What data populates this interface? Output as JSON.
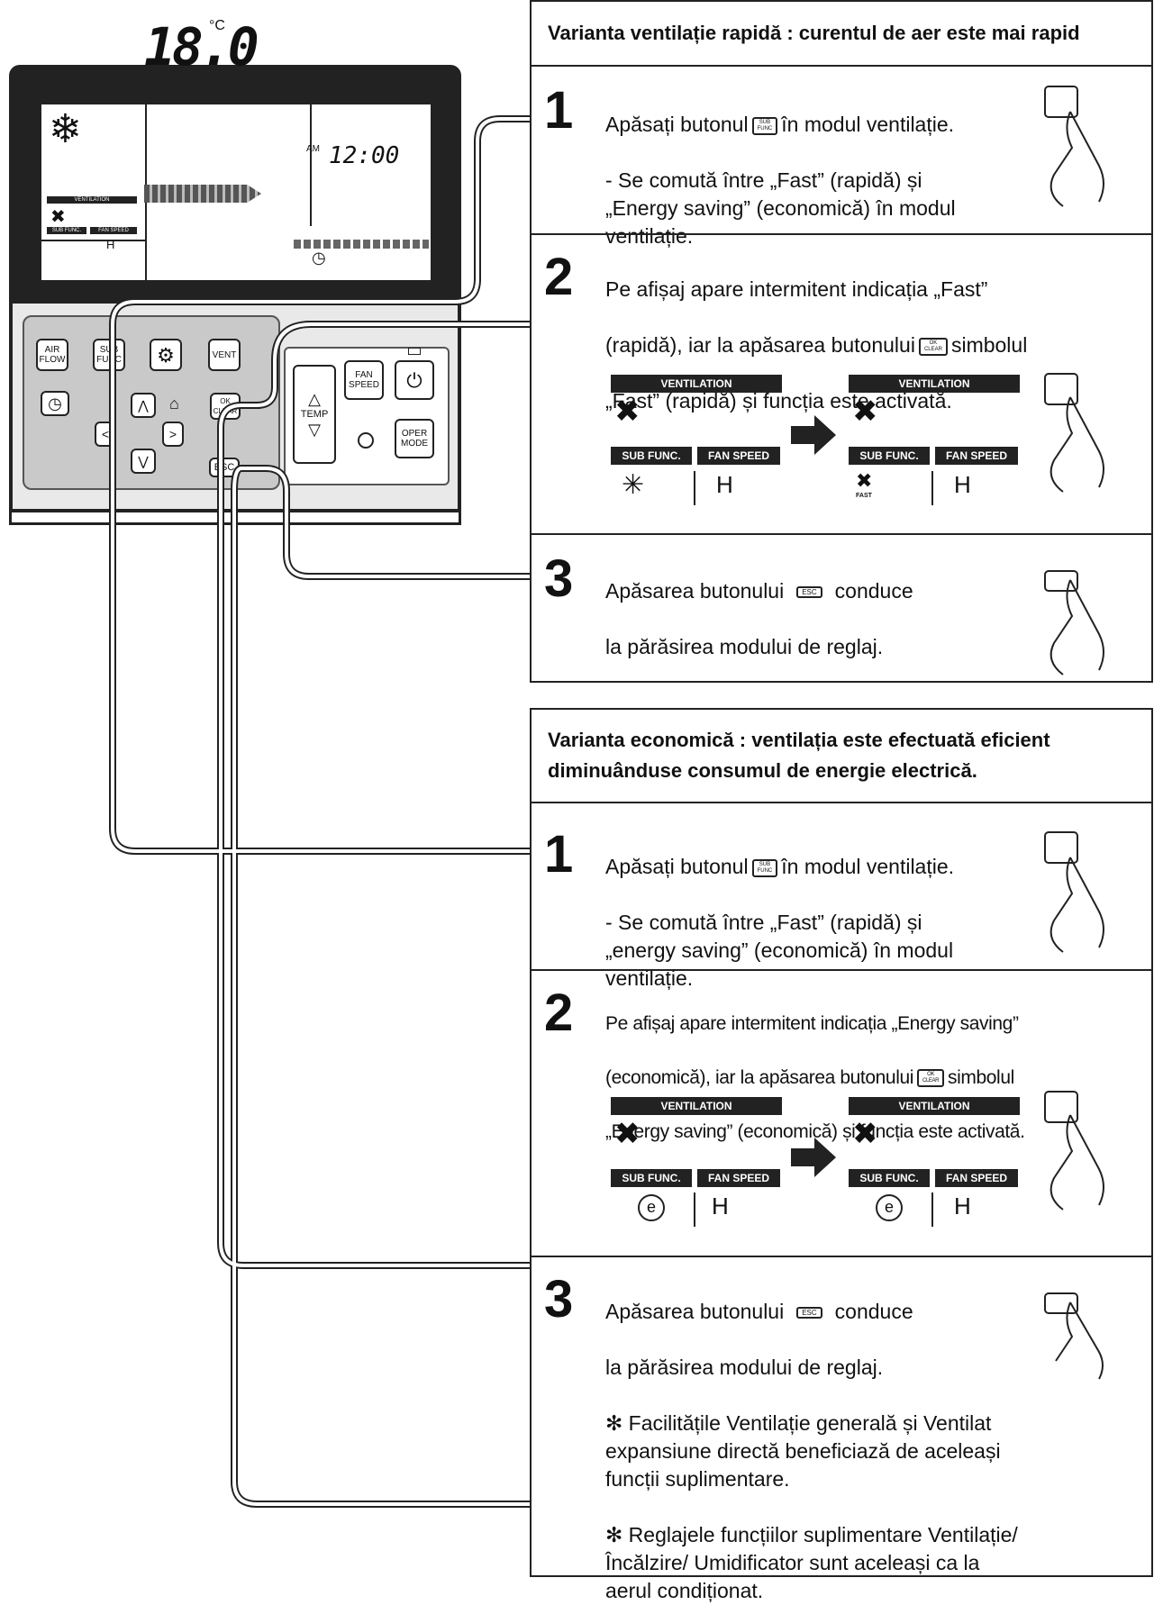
{
  "remote": {
    "lcd": {
      "temp": "18.0",
      "unit": "°C",
      "ampm": "AM",
      "time": "12:00",
      "ventilation_label": "VENTILATION",
      "subfunc_label": "SUB FUNC.",
      "fanspeed_label": "FAN SPEED",
      "fanspeed_value": "H"
    },
    "buttons": {
      "air_flow": "AIR FLOW",
      "sub_func": "SUB FUNC",
      "vent": "VENT",
      "ok_clear": "OK CLEAR",
      "esc": "ESC",
      "fan_speed": "FAN SPEED",
      "temp": "TEMP",
      "oper_mode": "OPER MODE"
    }
  },
  "fast": {
    "header": "Varianta ventilație rapidă : curentul de aer este mai rapid",
    "step1": {
      "num": "1",
      "a": "Apăsați butonul",
      "b": "în modul ventilație.",
      "rest": "- Se comută între „Fast” (rapidă) și\n  „Energy saving” (economică) în modul\n  ventilație."
    },
    "step2": {
      "num": "2",
      "a": "Pe afișaj apare intermitent indicația „Fast”",
      "b": "(rapidă), iar la apăsarea butonului",
      "c": "simbolul",
      "d": "„Fast” (rapidă) și funcția este activată.",
      "fast_tag": "FAST"
    },
    "step3": {
      "num": "3",
      "a": "Apăsarea butonului",
      "b": "conduce",
      "c": "la părăsirea modului de reglaj."
    }
  },
  "eco": {
    "header1": "Varianta economică : ventilația este efectuată eficient",
    "header2": "diminuânduse consumul de energie electrică.",
    "step1": {
      "num": "1",
      "a": "Apăsați butonul",
      "b": "în modul ventilație.",
      "rest": "- Se comută între „Fast” (rapidă) și\n  „energy saving” (economică) în modul\n  ventilație."
    },
    "step2": {
      "num": "2",
      "a": "Pe afișaj apare intermitent indicația „Energy saving”",
      "b": "(economică), iar la apăsarea butonului",
      "c": "simbolul",
      "d": "„Energy saving” (economică) și funcția este activată.",
      "eco_symbol": "e"
    },
    "step3": {
      "num": "3",
      "a": "Apăsarea butonului",
      "b": "conduce",
      "c": "la părăsirea modului de reglaj.",
      "note1": "✻ Facilitățile Ventilație generală și Ventilat\n    expansiune directă beneficiază de aceleași\n    funcții suplimentare.",
      "note2": "✻ Reglajele funcțiilor suplimentare Ventilație/\n    Încălzire/ Umidificator sunt aceleași ca la\n    aerul condiționat."
    }
  },
  "diagram": {
    "ventilation": "VENTILATION",
    "sub_func": "SUB FUNC.",
    "fan_speed": "FAN SPEED",
    "h": "H"
  },
  "keys": {
    "sub": "SUB",
    "func": "FUNC",
    "ok": "OK",
    "clear": "CLEAR",
    "esc": "ESC"
  }
}
